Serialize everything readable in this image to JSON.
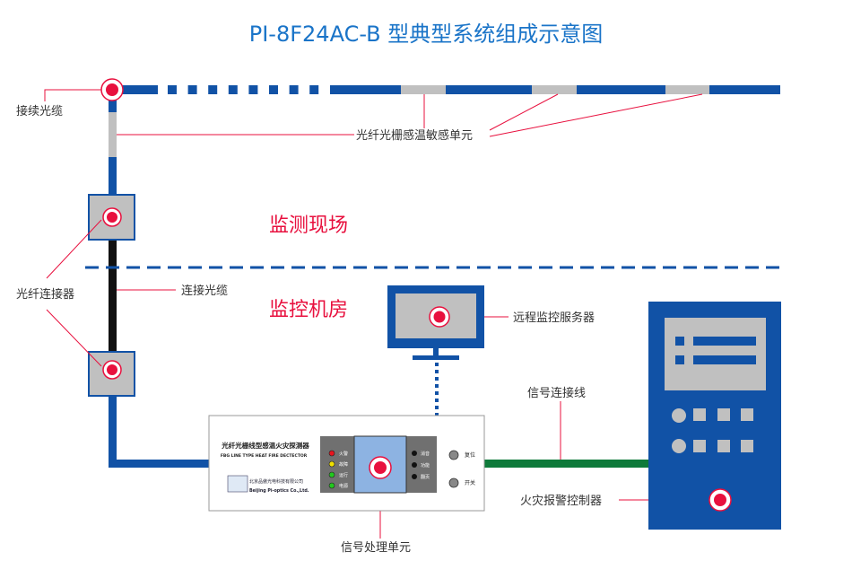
{
  "title": "PI-8F24AC-B 型典型系统组成示意图",
  "zones": {
    "field": "监测现场",
    "room": "监控机房"
  },
  "labels": {
    "splice_cable": "接续光缆",
    "sensing_unit": "光纤光栅感温敏感单元",
    "connector": "光纤连接器",
    "connect_cable": "连接光缆",
    "server": "远程监控服务器",
    "signal_line": "信号连接线",
    "controller": "火灾报警控制器",
    "processor": "信号处理单元"
  },
  "detector": {
    "name_cn": "光纤光栅线型感温火灾探测器",
    "name_en": "FBG LINE TYPE HEAT FIRE DECTECTOR",
    "company_cn": "北京品傲光电科技有限公司",
    "company_en": "Beijing Pi-optics Co.,Ltd.",
    "leds": [
      {
        "label": "火警",
        "color": "#e8141e"
      },
      {
        "label": "故障",
        "color": "#f0e000"
      },
      {
        "label": "运行",
        "color": "#22c81e"
      },
      {
        "label": "电源",
        "color": "#22c81e"
      }
    ],
    "keys": [
      "消音",
      "功能",
      "翻页"
    ],
    "buttons": [
      "复位",
      "开关"
    ]
  },
  "colors": {
    "blue": "#1152a6",
    "gray": "#c0c0c0",
    "red": "#e8103e",
    "green": "#0e7a3a",
    "title": "#1a74c8"
  }
}
